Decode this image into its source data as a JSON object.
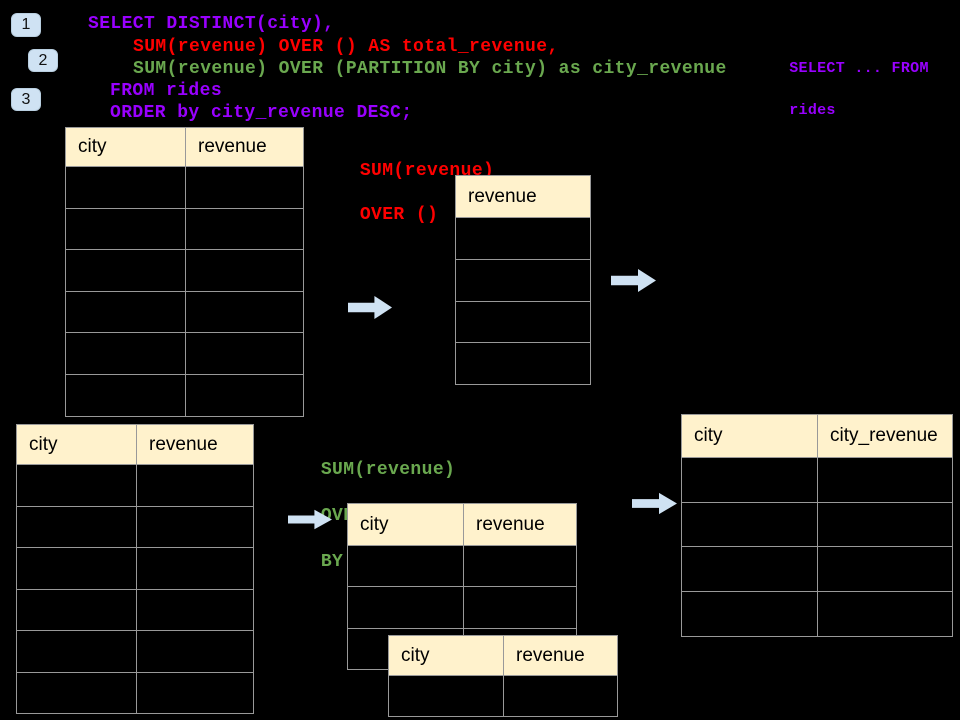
{
  "colors": {
    "background": "#000000",
    "code_purple": "#9900ff",
    "code_red": "#ff0000",
    "code_green": "#6aa84f",
    "table_header_fill": "#fff2cc",
    "table_grid_line": "#999999",
    "accent_blue": "#cfe2f3"
  },
  "icons": {
    "flow_arrow": "block-right-arrow"
  },
  "badges": {
    "one": "1",
    "two": "2",
    "three": "3"
  },
  "code": {
    "line1": "SELECT DISTINCT(city),",
    "line2": "SUM(revenue) OVER () AS total_revenue,",
    "line3": "SUM(revenue) OVER (PARTITION BY city) as city_revenue",
    "line4": "FROM rides",
    "line5": "ORDER by city_revenue DESC;"
  },
  "side_note": {
    "line1": "SELECT ... FROM",
    "line2": "rides"
  },
  "labels": {
    "total_window": {
      "line1": "SUM(revenue)",
      "line2": "OVER ()"
    },
    "partition_window": {
      "line1": "SUM(revenue)",
      "line2": "OVER (PARTITION",
      "line3": "BY city)"
    }
  },
  "tables": {
    "source_top": {
      "columns": [
        "city",
        "revenue"
      ],
      "empty_rows": 6
    },
    "total_result": {
      "columns": [
        "revenue"
      ],
      "empty_rows": 4
    },
    "source_bottom": {
      "columns": [
        "city",
        "revenue"
      ],
      "empty_rows": 6
    },
    "partition_step": {
      "columns": [
        "city",
        "revenue"
      ],
      "empty_rows": 3
    },
    "partition_step_overlay": {
      "columns": [
        "city",
        "revenue"
      ],
      "empty_rows": 1
    },
    "partition_result": {
      "columns": [
        "city",
        "city_revenue"
      ],
      "empty_rows": 4
    }
  }
}
